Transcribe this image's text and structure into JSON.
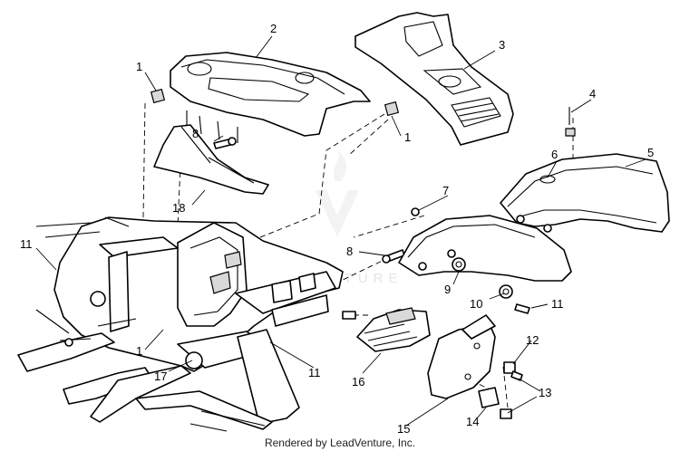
{
  "callouts": {
    "c1a": "1",
    "c1b": "1",
    "c1c": "1",
    "c2": "2",
    "c3": "3",
    "c4": "4",
    "c5": "5",
    "c6": "6",
    "c7": "7",
    "c8a": "8",
    "c8b": "8",
    "c9": "9",
    "c10": "10",
    "c11a": "11",
    "c11b": "11",
    "c11c": "11",
    "c12": "12",
    "c13": "13",
    "c14": "14",
    "c15": "15",
    "c16": "16",
    "c17": "17",
    "c18": "18"
  },
  "watermark": {
    "text": "ADVENTURE"
  },
  "footer": {
    "credit": "Rendered by LeadVenture, Inc."
  }
}
